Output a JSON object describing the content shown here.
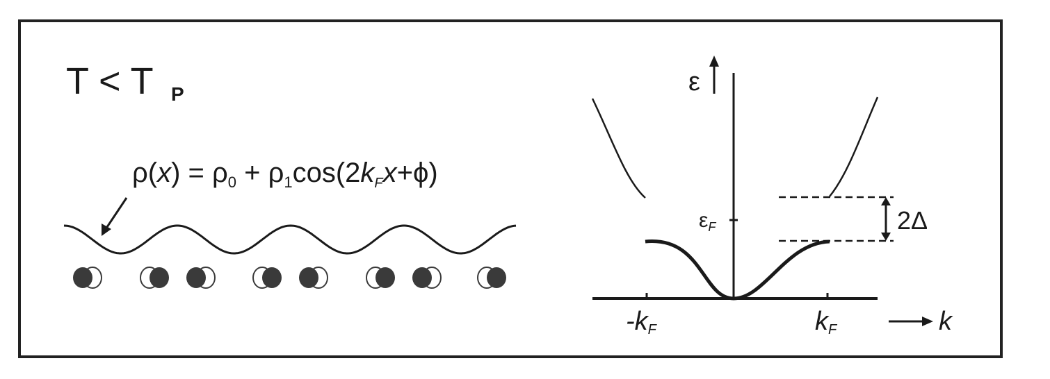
{
  "title": {
    "main": "T < T",
    "subscript": "P"
  },
  "formula": {
    "lhs_rho": "ρ(",
    "lhs_x": "x",
    "lhs_close": ") = ρ",
    "rho0_sub": "0",
    "plus": " + ρ",
    "rho1_sub": "1",
    "cos_open": "cos(2",
    "k": "k",
    "kf_sub": "F",
    "x_phi": "x",
    "phi_close": "+ϕ)"
  },
  "band": {
    "energy_axis": "ε",
    "fermi_level": "ε",
    "fermi_sub": "F",
    "gap_label": "2Δ",
    "neg_kf": "-k",
    "neg_kf_sub": "F",
    "pos_kf": "k",
    "pos_kf_sub": "F",
    "k_axis": "k"
  },
  "colors": {
    "ink": "#1a1a1a",
    "atom_dark": "#3a3a3a",
    "frame": "#222222"
  }
}
